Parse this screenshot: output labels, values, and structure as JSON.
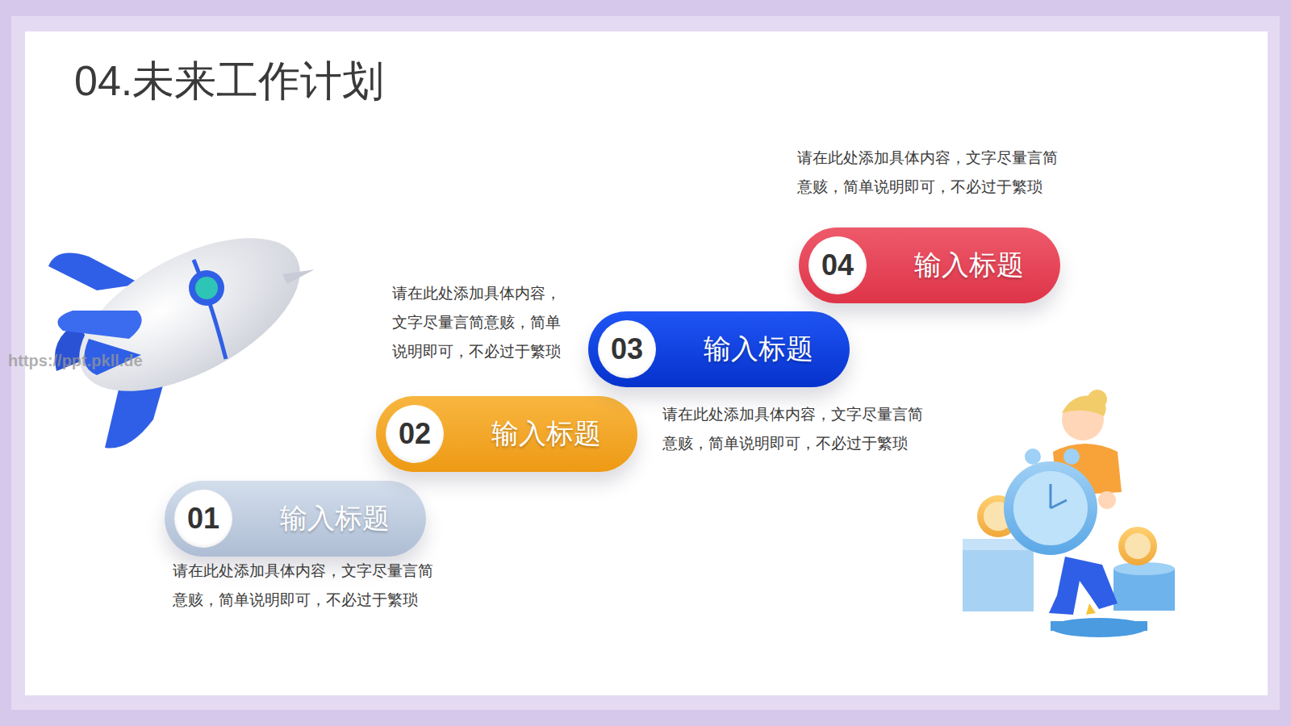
{
  "diagram": {
    "title": "04.未来工作计划",
    "nodes": [
      {
        "text": [
          "输入标题"
        ]
      },
      {
        "text": [
          "01"
        ],
        "in": 0
      },
      {
        "text": [
          "输入标题"
        ]
      },
      {
        "text": [
          "02"
        ],
        "in": 2
      },
      {
        "text": [
          "输入标题"
        ]
      },
      {
        "text": [
          "03"
        ],
        "in": 4
      },
      {
        "text": [
          "输入标题"
        ]
      },
      {
        "text": [
          "04"
        ],
        "in": 6
      }
    ],
    "labels": [
      "请在此处添加具体内容，文字尽量言简 意赅，简单说明即可，不必过于繁琐",
      "请在此处添加具体内容，文字尽量言简 意赅，简单说明即可，不必过于繁琐",
      "请在此处添加具体内容， 文字尽量言简意赅，简单 说明即可，不必过于繁琐",
      "请在此处添加具体内容，文字尽量言简 意赅，简单说明即可，不必过于繁琐",
      "https://ppt.pkll.de"
    ]
  }
}
